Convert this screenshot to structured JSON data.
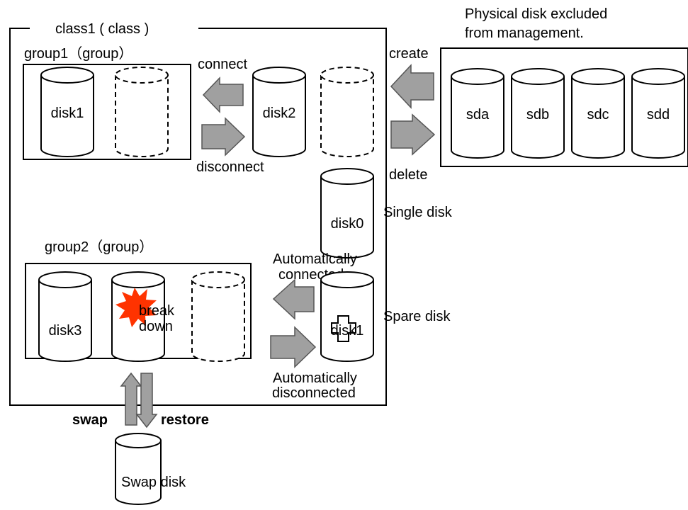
{
  "colors": {
    "arrow_fill": "#a0a0a0",
    "burst": "#ff3300",
    "line": "#000000"
  },
  "class_box": {
    "title": "class1 ( class )"
  },
  "physical": {
    "caption_line1": "Physical disk excluded",
    "caption_line2": "from management."
  },
  "group1": {
    "label": "group1（group）"
  },
  "group2": {
    "label": "group2（group）"
  },
  "disks": {
    "disk1": "disk1",
    "disk2": "disk2",
    "disk0": "disk0",
    "disk3": "disk3",
    "sda": "sda",
    "sdb": "sdb",
    "sdc": "sdc",
    "sdd": "sdd",
    "spare": "disk1",
    "swap": "Swap disk"
  },
  "labels": {
    "connect": "connect",
    "disconnect": "disconnect",
    "create": "create",
    "delete": "delete",
    "single_disk": "Single disk",
    "spare_disk": "Spare disk",
    "auto_connected_1": "Automatically",
    "auto_connected_2": "connected",
    "auto_disconnected_1": "Automatically",
    "auto_disconnected_2": "disconnected",
    "breakdown_1": "break",
    "breakdown_2": "down",
    "swap": "swap",
    "restore": "restore"
  }
}
